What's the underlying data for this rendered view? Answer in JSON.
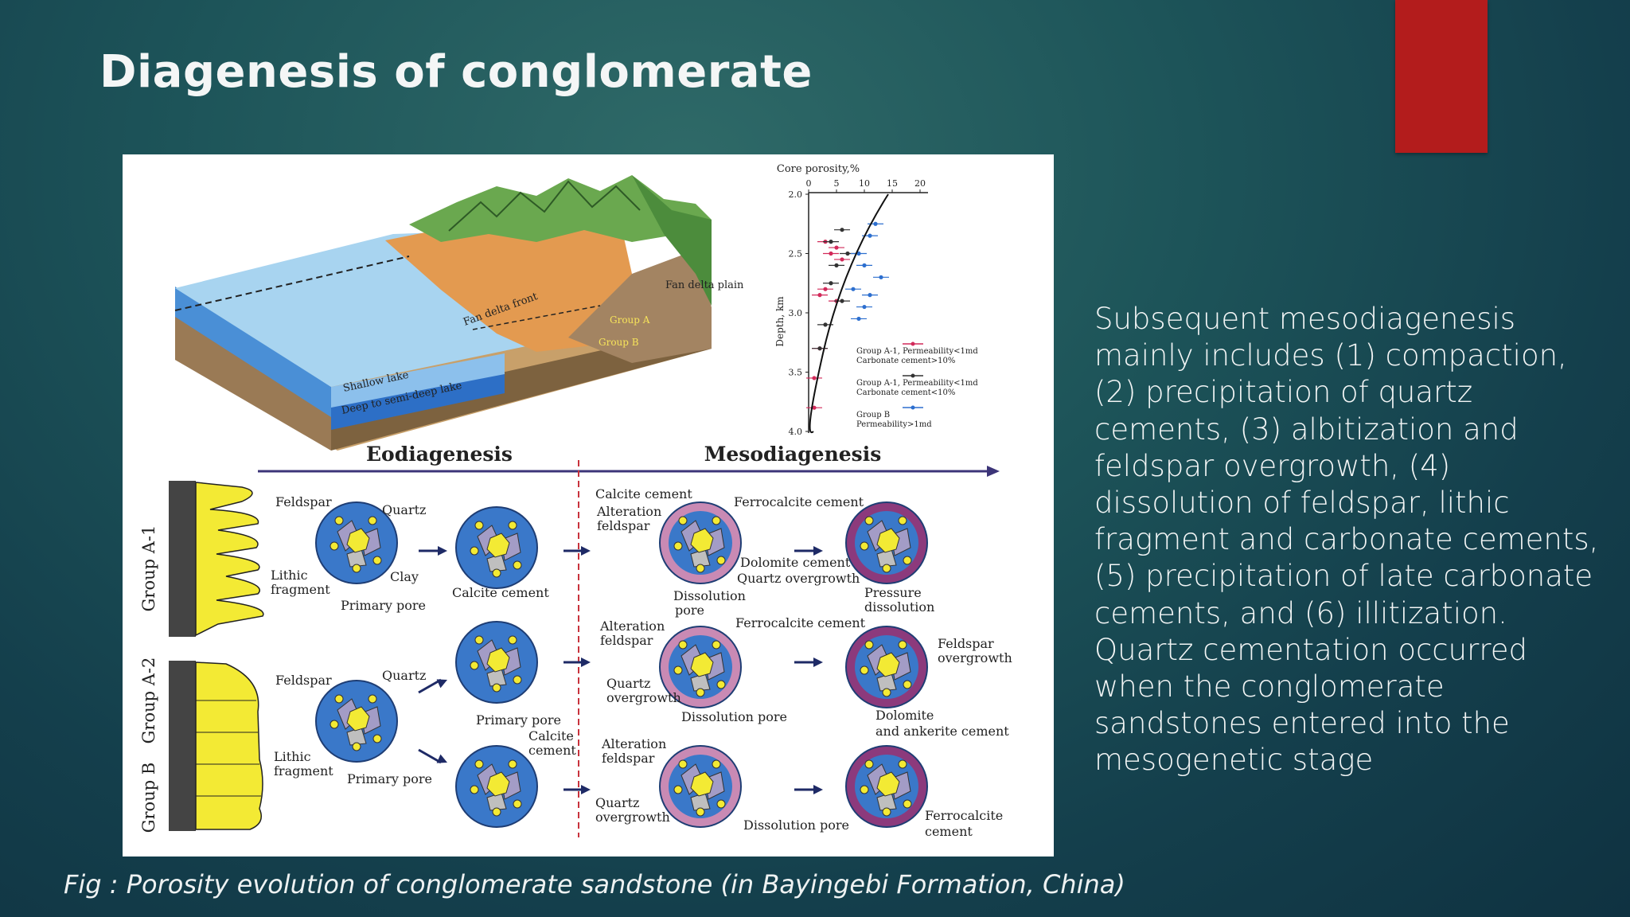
{
  "slide": {
    "title": "Diagenesis of conglomerate",
    "body_text": "Subsequent mesodiagenesis mainly includes (1) compaction, (2) precipitation of quartz cements, (3) albitization and feldspar overgrowth, (4) dissolution of feldspar, lithic fragment and carbonate cements, (5) precipitation of late carbonate cements, and (6) illitization. Quartz cementation occurred when the conglomerate sandstones entered into the mesogenetic stage",
    "caption": "Fig : Porosity evolution of conglomerate sandstone (in Bayingebi Formation, China)",
    "accent_color": "#b31c1c"
  },
  "figure": {
    "block": {
      "fan_front": "Fan delta front",
      "fan_plain": "Fan delta plain",
      "group_a": "Group A",
      "group_b": "Group B",
      "shallow": "Shallow lake",
      "deep": "Deep to semi-deep lake"
    },
    "porosity_plot": {
      "title": "Core porosity,%",
      "ylabel": "Depth, km",
      "xticks": [
        "0",
        "5",
        "10",
        "15",
        "20"
      ],
      "yticks": [
        "2.0",
        "2.5",
        "3.0",
        "3.5",
        "4.0"
      ],
      "legend": [
        {
          "line1": "Group A-1, Permeability<1md",
          "line2": "Carbonate cement>10%",
          "color": "#d22a5a"
        },
        {
          "line1": "Group A-1, Permeability<1md",
          "line2": "Carbonate cement<10%",
          "color": "#333333"
        },
        {
          "line1": "Group B",
          "line2": "Permeability>1md",
          "color": "#2d6fcf"
        }
      ]
    },
    "chart_data": {
      "type": "scatter",
      "title": "Core porosity,%",
      "xlabel": "Core porosity,%",
      "ylabel": "Depth, km",
      "xlim": [
        0,
        20
      ],
      "ylim": [
        4.0,
        2.0
      ],
      "series": [
        {
          "name": "Group A-1, Permeability<1md Carbonate cement>10%",
          "x": [
            3,
            5,
            4,
            6,
            3,
            2,
            5,
            2,
            1,
            1
          ],
          "y": [
            2.4,
            2.45,
            2.5,
            2.55,
            2.8,
            2.85,
            2.9,
            3.3,
            3.55,
            3.8
          ]
        },
        {
          "name": "Group A-1, Permeability<1md Carbonate cement<10%",
          "x": [
            6,
            4,
            7,
            5,
            4,
            6,
            3,
            2
          ],
          "y": [
            2.3,
            2.4,
            2.5,
            2.6,
            2.75,
            2.9,
            3.1,
            3.3
          ]
        },
        {
          "name": "Group B Permeability>1md",
          "x": [
            12,
            11,
            9,
            10,
            13,
            8,
            11,
            10,
            9
          ],
          "y": [
            2.25,
            2.35,
            2.5,
            2.6,
            2.7,
            2.8,
            2.85,
            2.95,
            3.05
          ]
        }
      ]
    },
    "stages": {
      "eo": "Eodiagenesis",
      "meso": "Mesodiagenesis"
    },
    "groups": [
      "Group A-1",
      "Group A-2",
      "Group B"
    ],
    "labels": {
      "feldspar": "Feldspar",
      "quartz": "Quartz",
      "lithic1": "Lithic",
      "lithic2": "fragment",
      "clay": "Clay",
      "primary_pore": "Primary pore",
      "calcite_cement": "Calcite cement",
      "calcite1": "Calcite",
      "calcite2": "cement",
      "calcite_cement_top": "Calcite cement",
      "alteration1": "Alteration",
      "alteration2": "feldspar",
      "ferrocalcite_cement": "Ferrocalcite cement",
      "dolomite_cement": "Dolomite cement",
      "quartz_overgrowth": "Quartz overgrowth",
      "dissolution1": "Dissolution",
      "dissolution2": "pore",
      "pressure1": "Pressure",
      "pressure2": "dissolution",
      "quartz1": "Quartz",
      "overgrowth": "overgrowth",
      "dissolution_pore": "Dissolution pore",
      "feldspar_overgrowth1": "Feldspar",
      "feldspar_overgrowth2": "overgrowth",
      "dolomite1": "Dolomite",
      "dolomite2": "and ankerite cement",
      "ferrocalcite1": "Ferrocalcite",
      "ferrocalcite2": "cement"
    }
  }
}
